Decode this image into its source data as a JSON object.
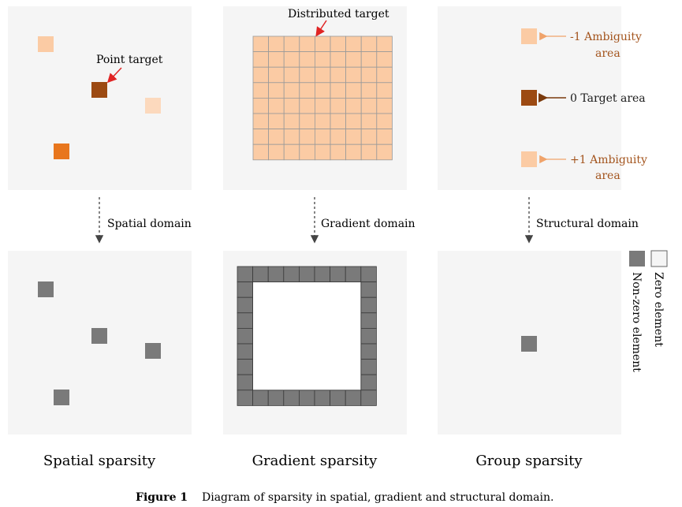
{
  "annotations": {
    "point_target": "Point target",
    "distributed_target": "Distributed target",
    "minus_one": "-1 Ambiguity",
    "minus_one_area": "area",
    "zero": "0 Target area",
    "plus_one": "+1 Ambiguity",
    "plus_one_area": "area"
  },
  "domains": {
    "spatial": "Spatial domain",
    "gradient": "Gradient domain",
    "structural": "Structural domain"
  },
  "legend": {
    "nonzero": "Non-zero element",
    "zero": "Zero element"
  },
  "captions": {
    "spatial": "Spatial sparsity",
    "gradient": "Gradient sparsity",
    "group": "Group sparsity"
  },
  "figure": {
    "label": "Figure 1",
    "text": "Diagram of sparsity in spatial, gradient and structural domain."
  },
  "colors": {
    "panel": "#f5f5f5",
    "peach": "#fbcba4",
    "dark_brown": "#9c4a12",
    "orange": "#e8761d",
    "gray": "#7a7a7a",
    "arrow_red": "#e02424",
    "ambiguity_text": "#a3541d"
  }
}
